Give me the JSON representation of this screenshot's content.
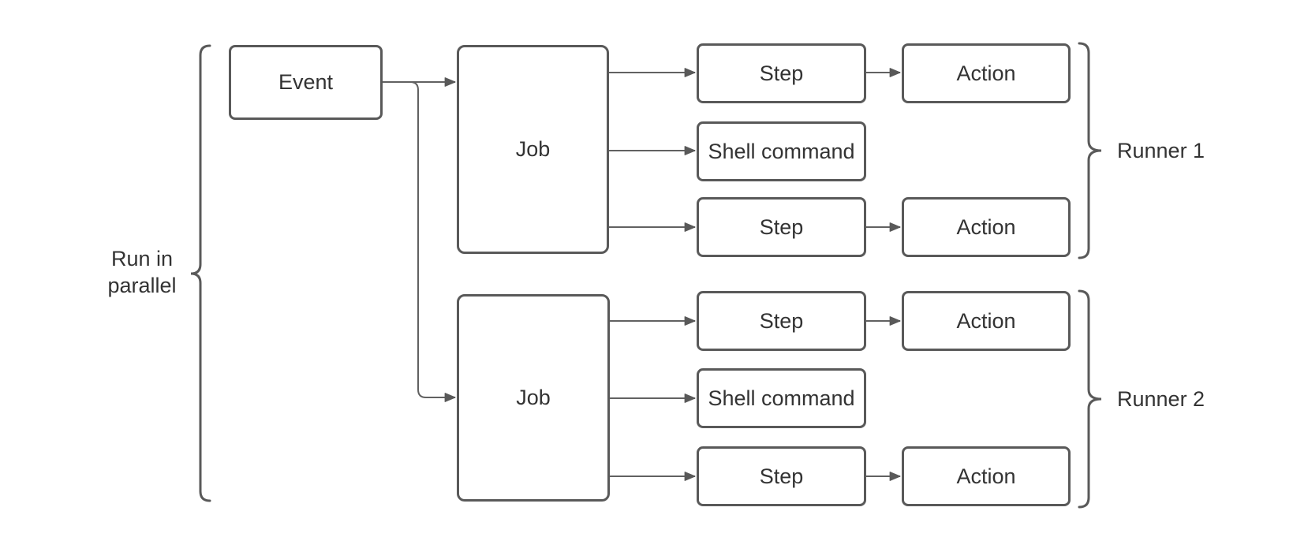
{
  "diagram": {
    "side_label": {
      "line1": "Run in",
      "line2": "parallel"
    },
    "event": {
      "label": "Event"
    },
    "runner1": {
      "label": "Runner 1",
      "job": {
        "label": "Job"
      },
      "steps": [
        {
          "label": "Step",
          "action": "Action"
        },
        {
          "label": "Shell command"
        },
        {
          "label": "Step",
          "action": "Action"
        }
      ]
    },
    "runner2": {
      "label": "Runner 2",
      "job": {
        "label": "Job"
      },
      "steps": [
        {
          "label": "Step",
          "action": "Action"
        },
        {
          "label": "Shell command"
        },
        {
          "label": "Step",
          "action": "Action"
        }
      ]
    },
    "colors": {
      "background": "#ffffff",
      "box_border": "#595959",
      "connector": "#616161",
      "text": "#333333"
    }
  }
}
